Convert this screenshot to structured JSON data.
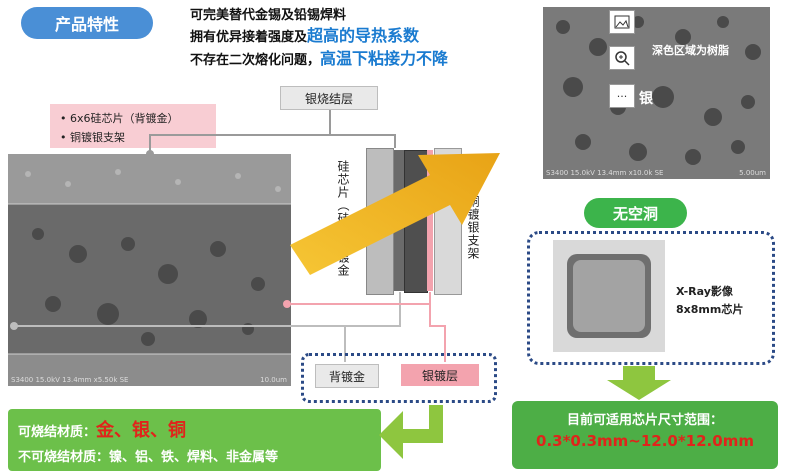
{
  "header": {
    "pill": "产品特性",
    "line1": "可完美替代金锡及铅锡焊料",
    "line2_prefix": "拥有优异接着强度及",
    "line2_highlight": "超高的导热系数",
    "line3_prefix": "不存在二次熔化问题，",
    "line3_highlight": "高温下粘接力不降"
  },
  "left_sem": {
    "caption_left": "S3400 15.0kV 13.4mm x5.50k SE",
    "caption_right": "10.0um"
  },
  "chip_note": {
    "item1": "6x6硅芯片（背镀金）",
    "item2": "铜镀银支架"
  },
  "layers": {
    "sinter_label": "银烧结层",
    "silicon_label": "硅芯片（硅）背镀金",
    "copper_label": "铜镀银支架",
    "back_gold": "背镀金",
    "silver_plating": "银镀层"
  },
  "right_sem": {
    "resin_label": "深色区域为树脂",
    "silver_label": "银",
    "dots": "···",
    "caption_left": "S3400 15.0kV 13.4mm x10.0k SE",
    "caption_right": "5.00um"
  },
  "void": {
    "pill": "无空洞",
    "xray_line1": "X-Ray影像",
    "xray_line2": "8x8mm芯片"
  },
  "bottom_left": {
    "sinterable_label": "可烧结材质：",
    "sinterable_values": "金、银、铜",
    "non_sinterable": "不可烧结材质：镍、铝、铁、焊料、非金属等"
  },
  "bottom_right": {
    "title": "目前可适用芯片尺寸范围：",
    "range": "0.3*0.3mm~12.0*12.0mm"
  },
  "colors": {
    "pill_blue": "#4a8fd6",
    "highlight_blue": "#1a7bd0",
    "green": "#3cb44b",
    "red": "#e0241b",
    "pink": "#f3a3ae",
    "dashed_border": "#2b4a86"
  }
}
